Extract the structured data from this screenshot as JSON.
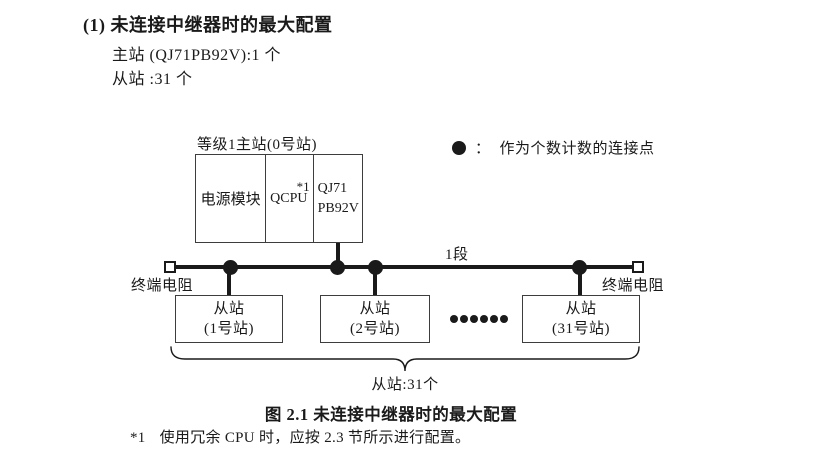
{
  "document": {
    "heading": "(1) 未连接中继器时的最大配置",
    "master_spec": "主站 (QJ71PB92V):1 个",
    "slave_spec": "从站 :31 个",
    "caption": "图 2.1 未连接中继器时的最大配置",
    "footnote": {
      "marker": "*1",
      "text": "使用冗余 CPU 时，应按 2.3 节所示进行配置。"
    }
  },
  "diagram": {
    "master": {
      "label": "等级1主站(0号站)",
      "cells": [
        {
          "label": "电源模块"
        },
        {
          "label": "QCPU",
          "note": "*1"
        },
        {
          "line1": "QJ71",
          "line2": "PB92V"
        }
      ]
    },
    "legend": {
      "separator": "：",
      "text": "作为个数计数的连接点"
    },
    "segment_label": "1段",
    "left_terminator_label": "终端电阻",
    "right_terminator_label": "终端电阻",
    "slaves": [
      {
        "line1": "从站",
        "line2": "(1号站)"
      },
      {
        "line1": "从站",
        "line2": "(2号站)"
      },
      {
        "line1": "从站",
        "line2": "(31号站)"
      }
    ],
    "ellipsis_dot_count": 6,
    "connection_dot_count": 4,
    "brace_label": "从站:31个"
  },
  "colors": {
    "ink": "#1a1a1a",
    "box_border": "#3d3d3d",
    "background": "#ffffff"
  }
}
